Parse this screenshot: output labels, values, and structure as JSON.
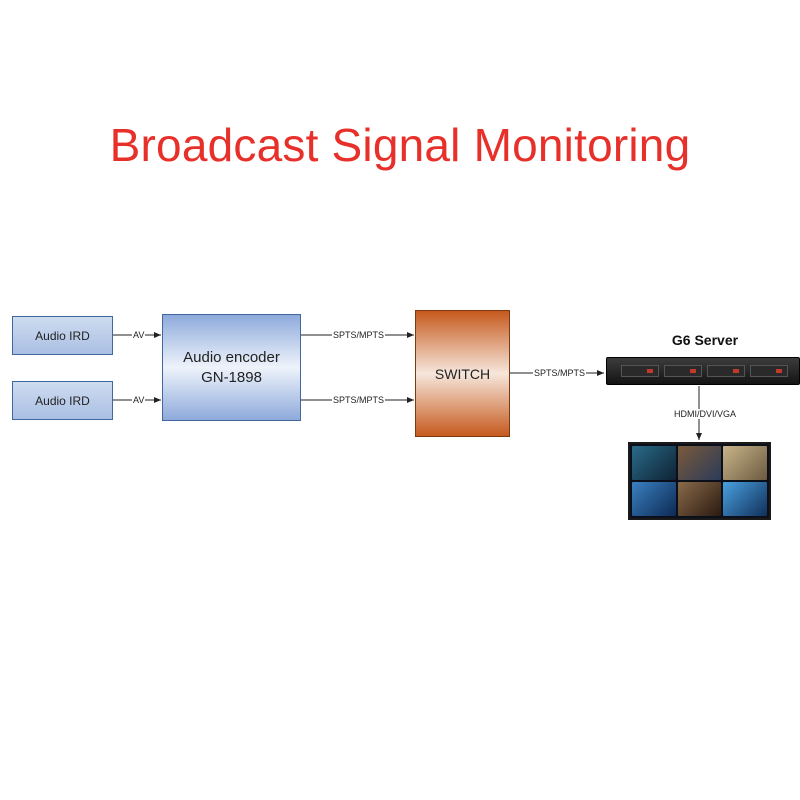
{
  "title": "Broadcast Signal Monitoring",
  "nodes": {
    "ird_top": "Audio IRD",
    "ird_bottom": "Audio IRD",
    "encoder_line1": "Audio encoder",
    "encoder_line2": "GN-1898",
    "switch": "SWITCH",
    "server": "G6 Server"
  },
  "links": {
    "av_top": "AV",
    "av_bottom": "AV",
    "enc_switch_top": "SPTS/MPTS",
    "enc_switch_bottom": "SPTS/MPTS",
    "switch_server": "SPTS/MPTS",
    "server_monitor": "HDMI/DVI/VGA"
  },
  "colors": {
    "title": "#e8302a",
    "ird_fill": "#b8cbea",
    "encoder_fill": "#8eaadb",
    "switch_fill": "#c65a1e",
    "border": "#41679e"
  },
  "icons": {
    "server": "rack-server-icon",
    "monitor": "multiview-monitor-icon"
  }
}
